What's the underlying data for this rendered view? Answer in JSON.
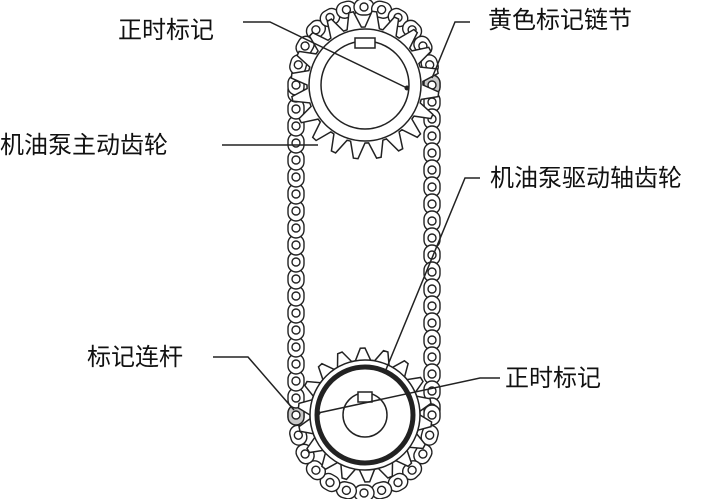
{
  "labels": {
    "timing_mark_top": "正时标记",
    "yellow_link": "黄色标记链节",
    "drive_gear": "机油泵主动齿轮",
    "driven_gear": "机油泵驱动轴齿轮",
    "mark_link": "标记连杆",
    "timing_mark_bottom": "正时标记"
  },
  "colors": {
    "line": "#222222",
    "highlight": "#c8c8c8"
  }
}
